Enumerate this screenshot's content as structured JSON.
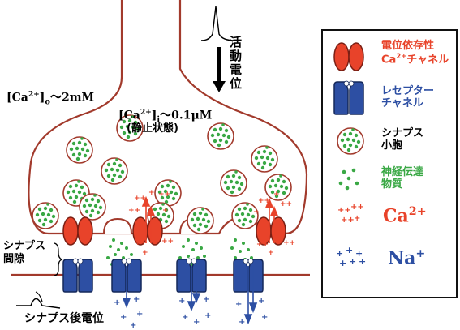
{
  "labels": {
    "action_potential": "活動電位",
    "ca_outside": "[Ca2+]o～2mM",
    "ca_inside": "[Ca2+]i～0.1μM",
    "resting_state": "(静止状態)",
    "synaptic_cleft": "シナプス\n間隙",
    "postsynaptic_potential": "シナプス後電位"
  },
  "legend": {
    "ca_channel": "電位依存性\nCa2+チャネル",
    "receptor_channel": "レセプター\nチャネル",
    "vesicle": "シナプス\n小胞",
    "transmitter": "神経伝達\n物質",
    "ca_ion": "Ca2+",
    "na_ion": "Na+"
  },
  "colors": {
    "membrane": "#a23a2c",
    "ca_channel": "#e8432a",
    "receptor": "#2d4fa3",
    "transmitter": "#3aa845",
    "ca_ion": "#e8432a",
    "na_ion": "#2d4fa3"
  }
}
